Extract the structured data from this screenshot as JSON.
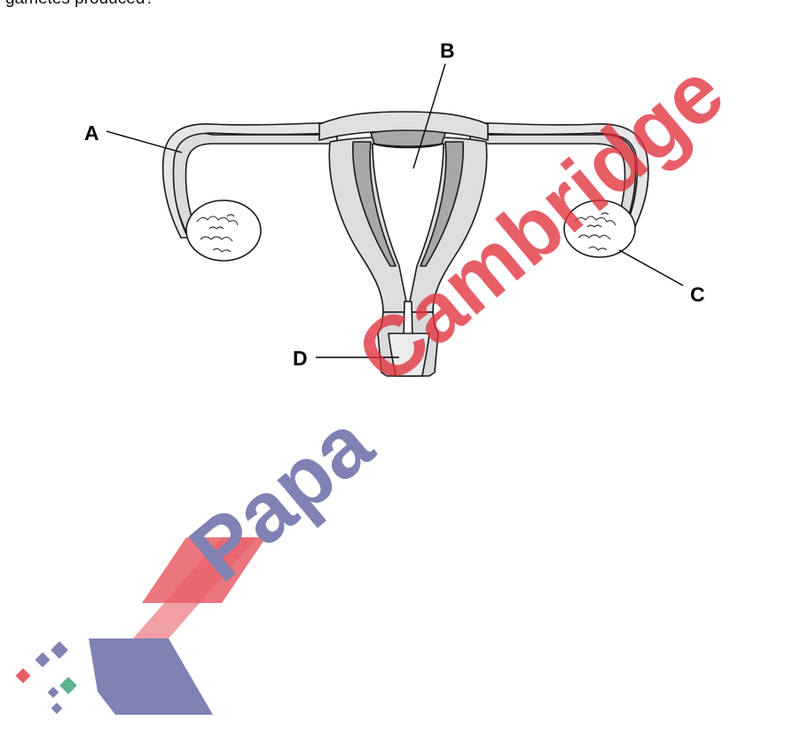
{
  "question": {
    "cut_off_text": "gametes produced?"
  },
  "diagram": {
    "labels": {
      "a": "A",
      "b": "B",
      "c": "C",
      "d": "D"
    }
  },
  "watermark": {
    "text_part_1": "Papa",
    "text_part_2": "Cambridge",
    "color_blue": "#5b5e9c",
    "color_red": "#e0303c",
    "color_green": "#2f9b6a"
  }
}
